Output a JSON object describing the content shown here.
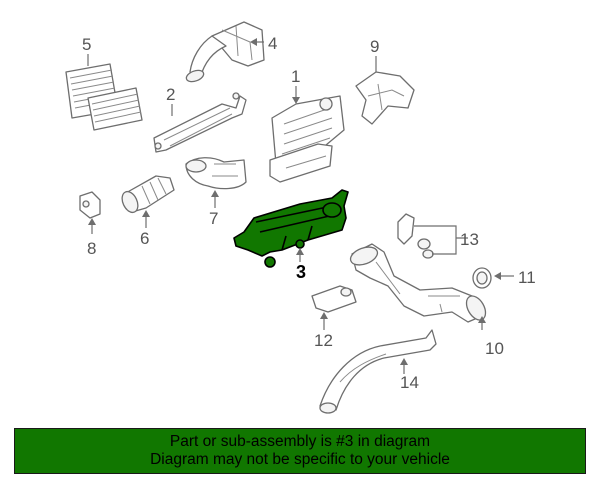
{
  "colors": {
    "highlight": "#117700",
    "line": "#6e6e6e",
    "label": "#555555",
    "banner_bg": "#117700",
    "banner_text": "#000000"
  },
  "callouts": {
    "c1": "1",
    "c2": "2",
    "c3": "3",
    "c4": "4",
    "c5": "5",
    "c6": "6",
    "c7": "7",
    "c8": "8",
    "c9": "9",
    "c10": "10",
    "c11": "11",
    "c12": "12",
    "c13": "13",
    "c14": "14"
  },
  "highlighted_part": "3",
  "banner": {
    "line1": "Part or sub-assembly is #3 in diagram",
    "line2": "Diagram may not be specific to your vehicle"
  }
}
